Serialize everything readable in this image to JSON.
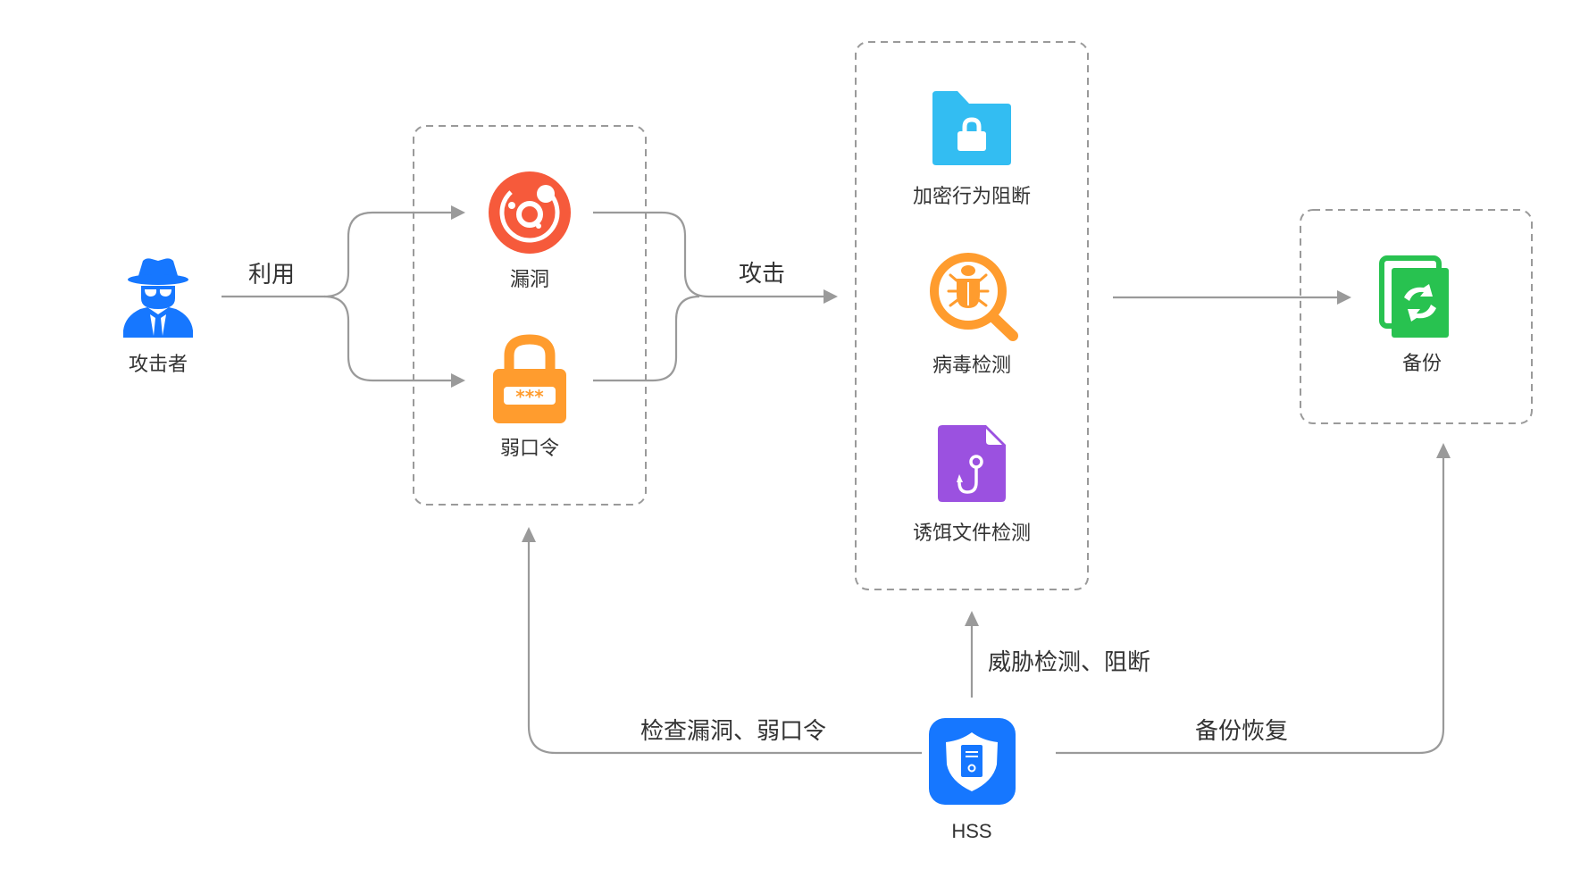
{
  "diagram": {
    "colors": {
      "attacker": "#1677FF",
      "vulnerability": "#F65A3B",
      "weak_password": "#FF9C2E",
      "encryption_block": "#33BDF2",
      "virus_detection": "#FF9C2E",
      "bait_file": "#9B51E0",
      "backup": "#28C250",
      "hss": "#1677FF",
      "connector": "#9A9A9A",
      "text": "#333333"
    },
    "nodes": {
      "attacker": {
        "label": "攻击者",
        "icon": "spy-icon"
      },
      "vulnerability": {
        "label": "漏洞",
        "icon": "vulnerability-target-icon"
      },
      "weak_password": {
        "label": "弱口令",
        "icon": "password-lock-icon"
      },
      "encryption_block": {
        "label": "加密行为阻断",
        "icon": "locked-folder-icon"
      },
      "virus_detection": {
        "label": "病毒检测",
        "icon": "bug-magnifier-icon"
      },
      "bait_file": {
        "label": "诱饵文件检测",
        "icon": "hooked-file-icon"
      },
      "backup": {
        "label": "备份",
        "icon": "backup-sync-icon"
      },
      "hss": {
        "label": "HSS",
        "icon": "shield-server-icon"
      }
    },
    "edges": {
      "exploit": {
        "label": "利用"
      },
      "attack": {
        "label": "攻击"
      },
      "threat_detect": {
        "label": "威胁检测、阻断"
      },
      "check_vuln": {
        "label": "检查漏洞、弱口令"
      },
      "backup_restore": {
        "label": "备份恢复"
      }
    }
  }
}
